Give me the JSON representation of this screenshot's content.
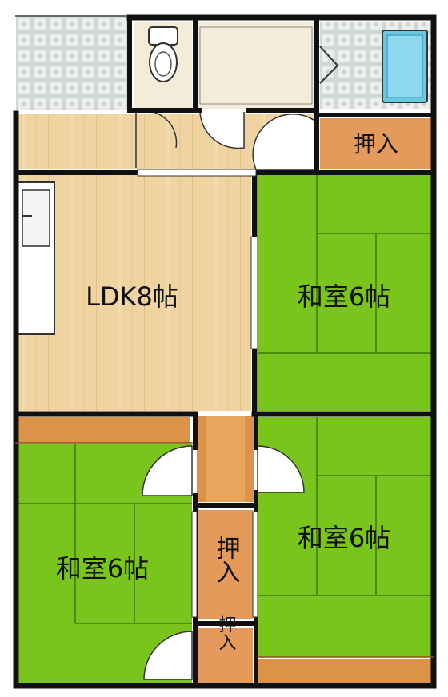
{
  "rooms": {
    "ldk": "LDK8帖",
    "washitsu_ne": "和室6帖",
    "washitsu_se": "和室6帖",
    "washitsu_sw": "和室6帖"
  },
  "closets": {
    "oshiire_top": "押入",
    "oshiire_mid": "押入",
    "oshiire_bottom": "押入"
  },
  "colors": {
    "tatami": "#7ac51b",
    "tatami_seam": "#3e7a0c",
    "wood_floor": "#efd3a1",
    "wood_accent": "#dd9347",
    "closet": "#e39a5a",
    "wall": "#111111",
    "tile": "#dfe3e3",
    "bath": "#67c9e6"
  }
}
